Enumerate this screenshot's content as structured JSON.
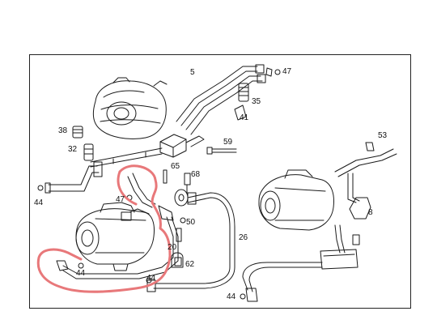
{
  "diagram": {
    "part_numbers": [
      {
        "id": "p5",
        "label": "5"
      },
      {
        "id": "p47a",
        "label": "47"
      },
      {
        "id": "p35",
        "label": "35"
      },
      {
        "id": "p41",
        "label": "41"
      },
      {
        "id": "p38",
        "label": "38"
      },
      {
        "id": "p32",
        "label": "32"
      },
      {
        "id": "p59",
        "label": "59"
      },
      {
        "id": "p53",
        "label": "53"
      },
      {
        "id": "p65",
        "label": "65"
      },
      {
        "id": "p68",
        "label": "68"
      },
      {
        "id": "p44a",
        "label": "44"
      },
      {
        "id": "p47b",
        "label": "47"
      },
      {
        "id": "p50",
        "label": "50"
      },
      {
        "id": "p26",
        "label": "26"
      },
      {
        "id": "p8",
        "label": "8"
      },
      {
        "id": "p20",
        "label": "20"
      },
      {
        "id": "p62",
        "label": "62"
      },
      {
        "id": "p44b",
        "label": "44"
      },
      {
        "id": "p44c",
        "label": "44"
      },
      {
        "id": "p44d",
        "label": "44"
      }
    ],
    "colors": {
      "line": "#1a1a1a",
      "highlight": "#e8787a",
      "frame": "#222222"
    }
  }
}
